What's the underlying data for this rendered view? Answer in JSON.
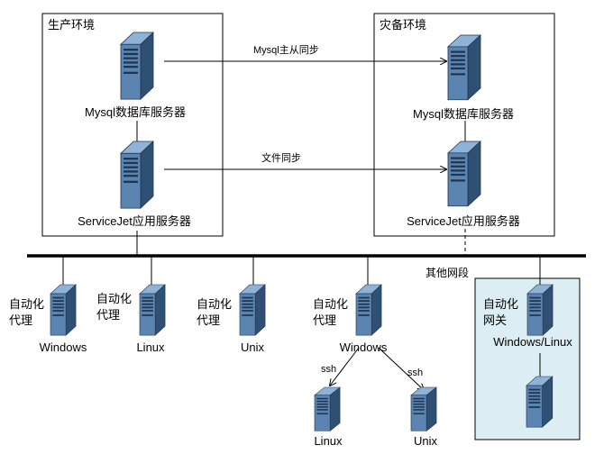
{
  "zones": {
    "production": "生产环境",
    "dr": "灾备环境",
    "other_segment": "其他网段"
  },
  "servers": {
    "prod_mysql": "Mysql数据库服务器",
    "prod_app": "ServiceJet应用服务器",
    "dr_mysql": "Mysql数据库服务器",
    "dr_app": "ServiceJet应用服务器"
  },
  "links": {
    "mysql_sync": "Mysql主从同步",
    "file_sync": "文件同步",
    "ssh_left": "ssh",
    "ssh_right": "ssh"
  },
  "agents": {
    "windows": {
      "role": "自动化\n代理",
      "os": "Windows"
    },
    "linux": {
      "role": "自动化\n代理",
      "os": "Linux"
    },
    "unix": {
      "role": "自动化\n代理",
      "os": "Unix"
    },
    "windows_ssh": {
      "role": "自动化\n代理",
      "os": "Windows"
    },
    "ssh_linux": {
      "os": "Linux"
    },
    "ssh_unix": {
      "os": "Unix"
    },
    "gateway": {
      "role": "自动化\n网关",
      "os": "Windows/Linux"
    }
  },
  "colors": {
    "server_front": "#5b84b1",
    "server_side": "#2f4f73",
    "server_top": "#7fa6cc",
    "gateway_zone": "#dceef3"
  }
}
